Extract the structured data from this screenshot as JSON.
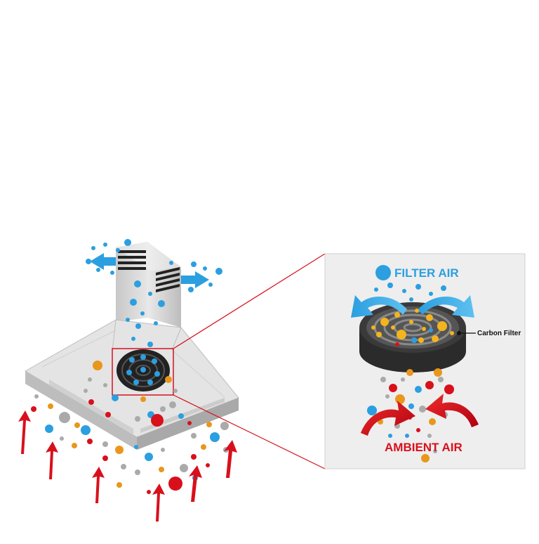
{
  "labels": {
    "filter_air": "FILTER AIR",
    "ambient_air": "AMBIENT AIR",
    "carbon_filter": "Carbon Filter"
  },
  "colors": {
    "clean_air": "#2b9fe0",
    "ambient_red": "#d8101c",
    "particle_orange": "#e8971c",
    "particle_gray": "#aaaaaa",
    "panel_bg": "#eeeeee",
    "hood_steel": "#d9d9d9",
    "filter_dark": "#2b2b2b",
    "carbon_yellow": "#f4b41e"
  },
  "icons": {
    "hood": "range-hood-icon",
    "filter": "carbon-filter-icon",
    "clean_arrow": "blue-arrow-icon",
    "ambient_arrow": "red-arrow-icon"
  }
}
